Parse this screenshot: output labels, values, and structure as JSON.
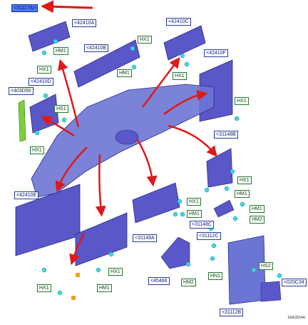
{
  "colors": {
    "panel_fill": "#5a57c8",
    "panel_edge": "#2d2a8a",
    "vehicle_fill": "#6b76d4",
    "arrow_red": "#e01818",
    "clip_cyan": "#3fd6e6",
    "foam_green": "#7ccf3a",
    "orange_marker": "#f5a21a",
    "main_callout_bg": "#4b7bff",
    "part_border": "#2a3b96",
    "fastener_border": "#1f7a2a"
  },
  "main_callout": "<31117A>",
  "parts": {
    "p42410A": "<42410A",
    "p42410B": "<42410B",
    "p42410C": "<42410C",
    "p42410F": "<42410F",
    "p42410D": "<42410D",
    "p403D50": "<403D50",
    "p31148B": "<31148B",
    "p42410E": "<42410E",
    "p31148C": "<31148C",
    "p31112C": "<31112C",
    "p31148A": "<31148A",
    "p45466": "<45466",
    "p020C34": "<020C34",
    "p31112B": "<31112B"
  },
  "fasteners": {
    "hm1_top": "HM1",
    "hx1_top": "HX1",
    "hx1_b": "HX1",
    "hm1_b": "HM1",
    "hx1_c": "HX1",
    "hs1": "HS1",
    "hx1_d": "HX1",
    "hx1_right": "HX1",
    "hx1_mid": "HX1",
    "hm1_mid": "HM1",
    "hx1_center": "HX1",
    "hm1_center": "HM1",
    "hm1_r2": "HM1",
    "hm2_r": "HM2",
    "hx1_bl": "HX1",
    "hm1_bl": "HM1",
    "hx1_bc": "HX1",
    "hm2_bottom": "HM2",
    "hn1": "HN1",
    "hs2": "HS2"
  },
  "footnote": "E8A2E54A"
}
